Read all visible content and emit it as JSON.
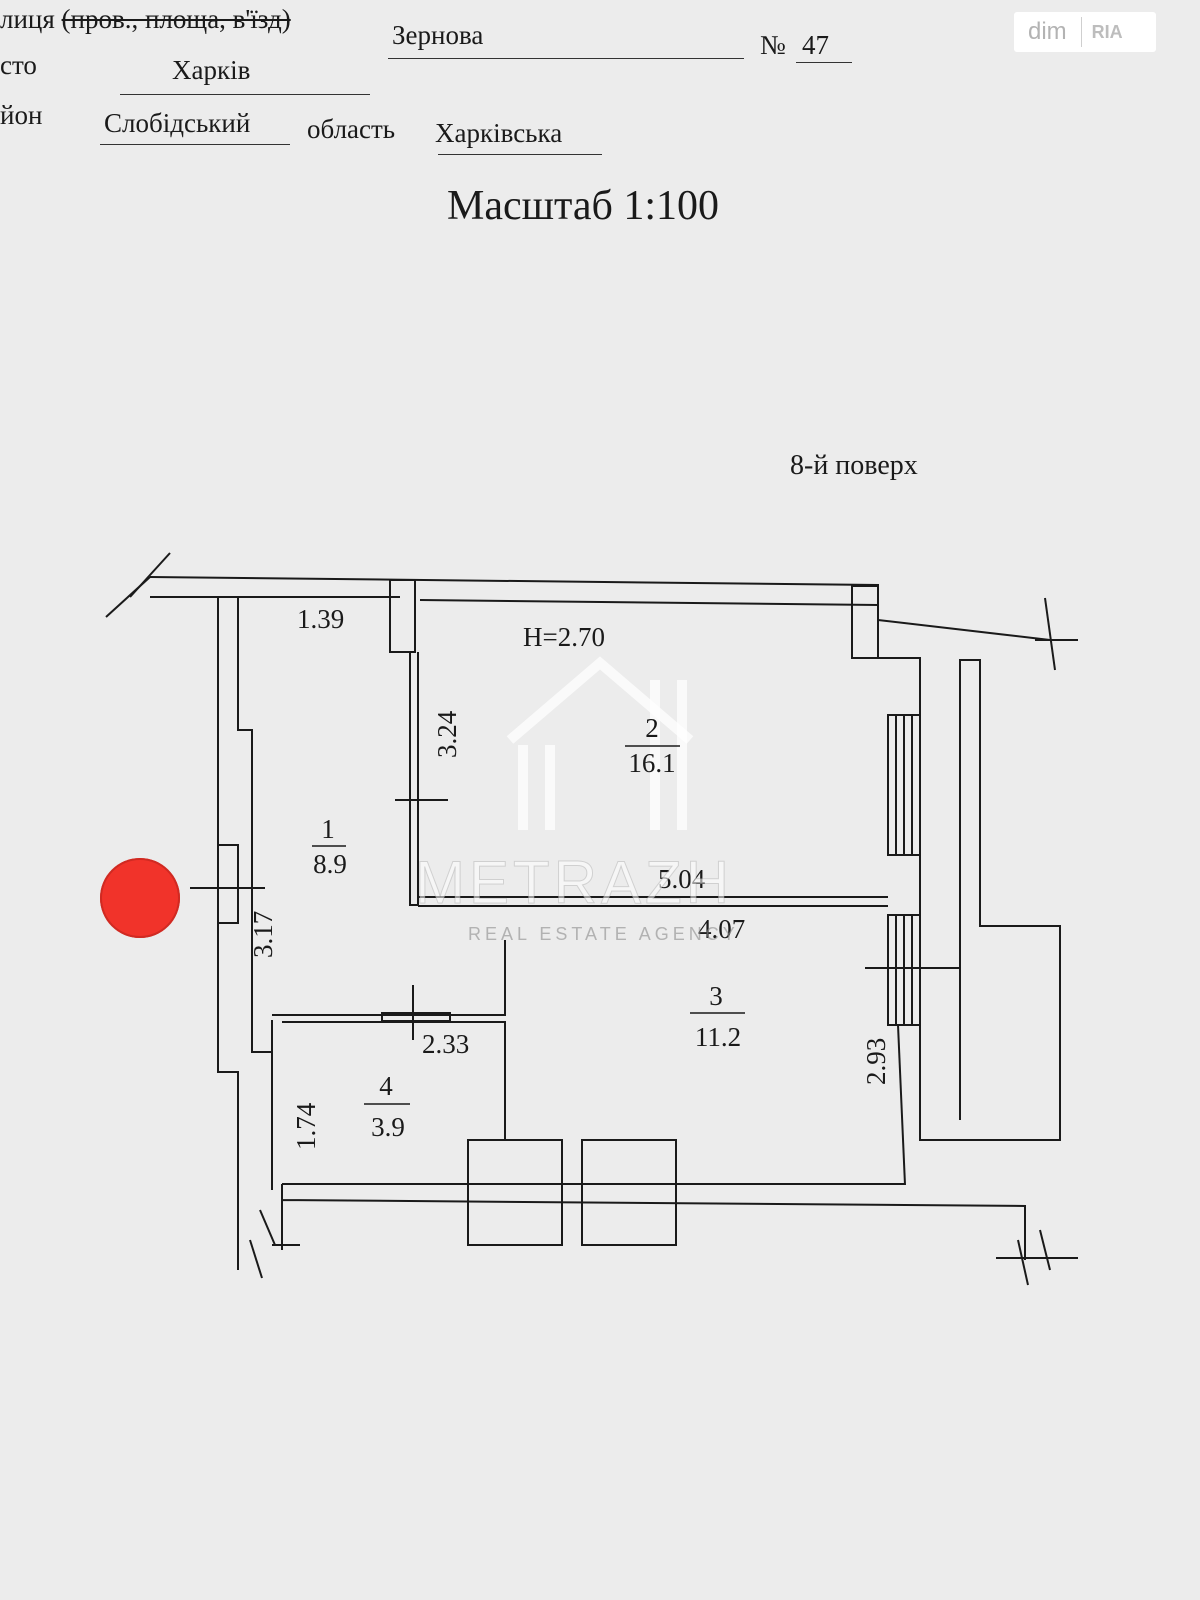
{
  "header": {
    "street_label_prefix": "лиця",
    "street_label_struck": "(пров., площа, в'їзд)",
    "street_value": "Зернова",
    "number_label": "№",
    "number_value": "47",
    "city_label": "сто",
    "city_value": "Харків",
    "district_label": "йон",
    "district_value": "Слобідський",
    "region_label": "область",
    "region_value": "Харківська"
  },
  "badge": {
    "text": "dim",
    "logo": "RIA"
  },
  "scale_title": "Масштаб 1:100",
  "floor_label": "8-й поверх",
  "ceiling_height": "H=2.70",
  "rooms": [
    {
      "number": "1",
      "area": "8.9"
    },
    {
      "number": "2",
      "area": "16.1"
    },
    {
      "number": "3",
      "area": "11.2"
    },
    {
      "number": "4",
      "area": "3.9"
    }
  ],
  "dimensions": {
    "d_1_39": "1.39",
    "d_3_24": "3.24",
    "d_3_17": "3.17",
    "d_5_04": "5.04",
    "d_4_07": "4.07",
    "d_2_33": "2.33",
    "d_1_74": "1.74",
    "d_2_93": "2.93"
  },
  "watermark": {
    "text": "METRAZH",
    "subtext": "REAL ESTATE AGENCY"
  },
  "colors": {
    "marker": "#f1332a",
    "paper": "#ececec",
    "ink": "#1a1a1a"
  }
}
